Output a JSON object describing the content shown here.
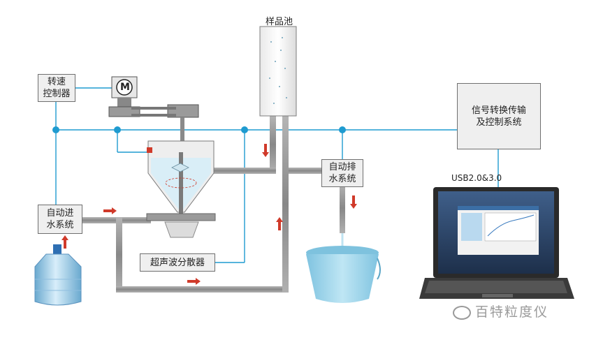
{
  "labels": {
    "speed_controller": "转速\n控制器",
    "motor": "M",
    "sample_pool": "样品池",
    "signal_system": "信号转换传输\n及控制系统",
    "auto_drain": "自动排\n水系统",
    "auto_inlet": "自动进\n水系统",
    "ultrasonic": "超声波分散器",
    "usb": "USB2.0&3.0",
    "watermark": "百特粒度仪"
  },
  "colors": {
    "bus_line": "#1f9bd0",
    "pipe": "#8e8e8e",
    "arrow": "#d03a2a",
    "water": "#a9dbef"
  }
}
